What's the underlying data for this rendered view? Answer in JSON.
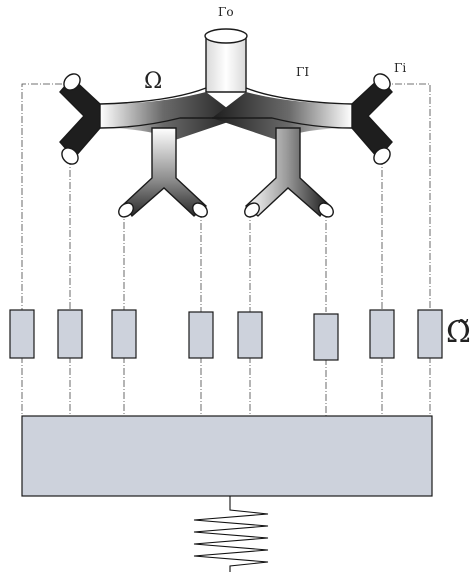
{
  "labels": {
    "omega": "Ω",
    "gamma_o": "Γo",
    "gamma_1": "ΓI",
    "gamma_i": "Γi",
    "omega_tilde": "Ω̃"
  },
  "colors": {
    "tube_light": "#ffffff",
    "tube_dark": "#1e1e1e",
    "box_fill": "#cdd2dc",
    "stroke": "#1a1a1a"
  }
}
